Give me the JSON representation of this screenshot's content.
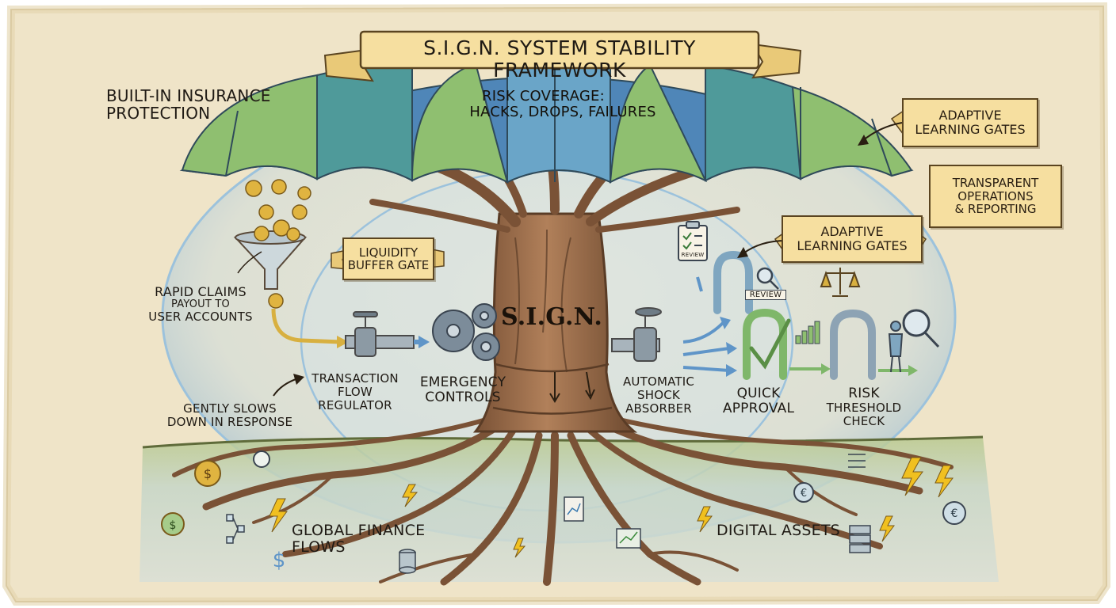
{
  "title": "S.I.G.N. SYSTEM STABILITY FRAMEWORK",
  "trunk_label": "S.I.G.N.",
  "umbrella": {
    "insurance_label_line1": "BUILT-IN INSURANCE",
    "insurance_label_line2": "PROTECTION",
    "risk_line1": "RISK COVERAGE:",
    "risk_line2": "HACKS, DROPS, FAILURES",
    "colors": {
      "blue": "#4f86b8",
      "green": "#8fbf70",
      "teal": "#4f9a9a"
    }
  },
  "callouts": {
    "adaptive_top_line1": "ADAPTIVE",
    "adaptive_top_line2": "LEARNING GATES",
    "transparent_line1": "TRANSPARENT",
    "transparent_line2": "OPERATIONS",
    "transparent_line3": "& REPORTING",
    "adaptive_mid_line1": "ADAPTIVE",
    "adaptive_mid_line2": "LEARNING GATES",
    "liquidity_line1": "LIQUIDITY",
    "liquidity_line2": "BUFFER GATE"
  },
  "left_labels": {
    "claims_line1": "RAPID CLAIMS",
    "claims_line2": "PAYOUT TO",
    "claims_line3": "USER ACCOUNTS",
    "regulator_line1": "TRANSACTION",
    "regulator_line2": "FLOW",
    "regulator_line3": "REGULATOR",
    "slows_line1": "GENTLY SLOWS",
    "slows_line2": "DOWN IN RESPONSE",
    "emergency_line1": "EMERGENCY",
    "emergency_line2": "CONTROLS"
  },
  "right_labels": {
    "shock_line1": "AUTOMATIC",
    "shock_line2": "SHOCK",
    "shock_line3": "ABSORBER",
    "approval_line1": "QUICK",
    "approval_line2": "APPROVAL",
    "risk_line1": "RISK",
    "risk_line2": "THRESHOLD",
    "risk_line3": "CHECK",
    "review_tag": "REVIEW",
    "review_clip": "REVIEW"
  },
  "ground": {
    "global_finance": "GLOBAL FINANCE FLOWS",
    "digital_assets": "DIGITAL ASSETS"
  },
  "icons": [
    "dollar-coin-icon",
    "euro-coin-icon",
    "lightning-icon",
    "gear-icon",
    "valve-icon",
    "funnel-icon",
    "magnifier-icon",
    "scales-icon",
    "clipboard-icon",
    "chart-icon",
    "database-icon",
    "server-icon"
  ],
  "colors": {
    "paper": "#efe4c8",
    "trunk": "#9b6b48",
    "trunk_dark": "#6e4a30",
    "banner": "#f6dfa0",
    "bubble": "#b9d7ea",
    "arrow_blue": "#5f95c8",
    "arrow_green": "#7fb76a",
    "gold": "#d8b040"
  }
}
